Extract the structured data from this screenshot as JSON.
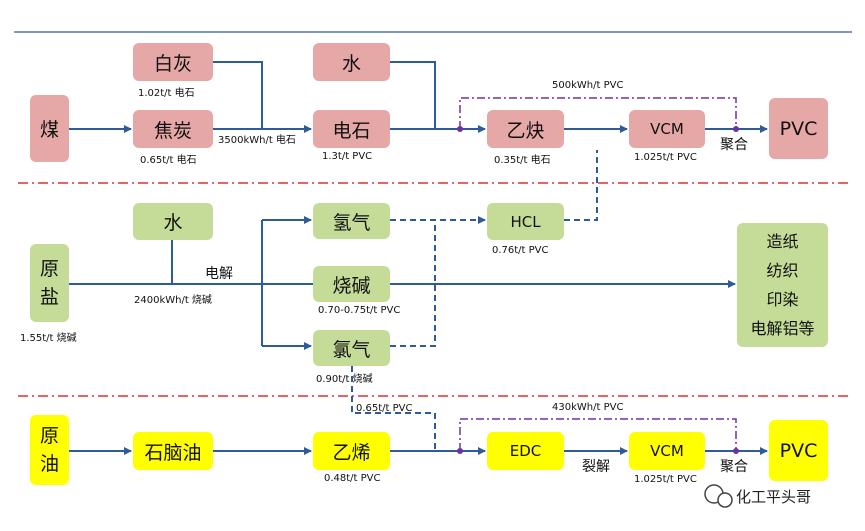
{
  "boxes": {
    "coal": "煤",
    "lime": "白灰",
    "coke": "焦炭",
    "water1": "水",
    "carbide": "电石",
    "acetylene": "乙炔",
    "vcm1": "VCM",
    "pvc1": "PVC",
    "water2": "水",
    "salt_line1": "原",
    "salt_line2": "盐",
    "hydrogen": "氢气",
    "caustic": "烧碱",
    "chlorine": "氯气",
    "hcl": "HCL",
    "uses": [
      "造纸",
      "纺织",
      "印染",
      "电解铝等"
    ],
    "oil_line1": "原",
    "oil_line2": "油",
    "naphtha": "石脑油",
    "ethylene": "乙烯",
    "edc": "EDC",
    "vcm2": "VCM",
    "pvc2": "PVC"
  },
  "labels": {
    "lime_ratio": "1.02t/t 电石",
    "coke_ratio": "0.65t/t 电石",
    "carbide_power": "3500kWh/t 电石",
    "carbide_ratio": "1.3t/t PVC",
    "acetylene_ratio": "0.35t/t 电石",
    "vcm1_ratio": "1.025t/t PVC",
    "power_500": "500kWh/t PVC",
    "polymerize1": "聚合",
    "hcl_ratio": "0.76t/t PVC",
    "electrolysis": "电解",
    "elec_power": "2400kWh/t 烧碱",
    "salt_ratio": "1.55t/t 烧碱",
    "caustic_ratio": "0.70-0.75t/t PVC",
    "chlorine_ratio": "0.90t/t 烧碱",
    "chlorine_pvc": "0.65t/t PVC",
    "power_430": "430kWh/t PVC",
    "ethylene_ratio": "0.48t/t PVC",
    "cracking": "裂解",
    "vcm2_ratio": "1.025t/t PVC",
    "polymerize2": "聚合",
    "watermark": "化工平头哥"
  },
  "colors": {
    "line": "#2e5c9a",
    "separator": "#e03030",
    "power_line": "#7030a0",
    "coal_boxes": "#e6a7a7",
    "salt_boxes": "#c4dc97",
    "oil_boxes": "#ffff00"
  }
}
